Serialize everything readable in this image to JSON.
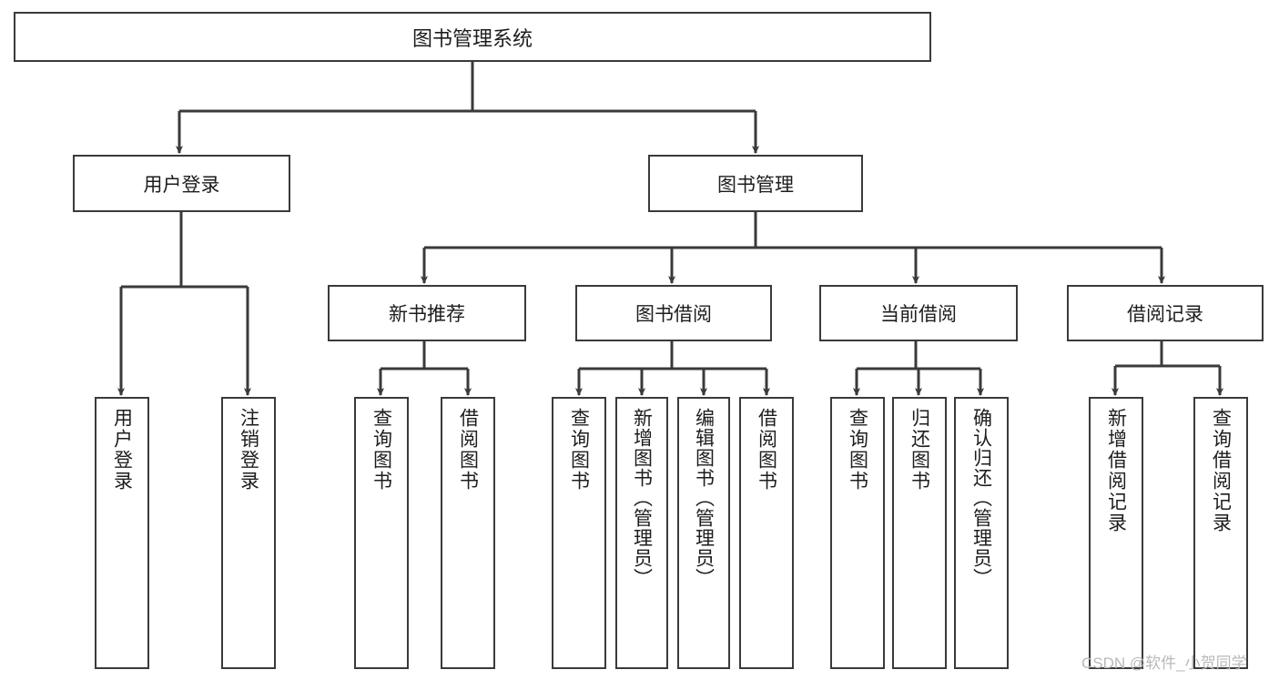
{
  "diagram": {
    "title": "图书管理系统",
    "type": "tree",
    "root": {
      "id": "root",
      "label": "图书管理系统"
    },
    "level2": [
      {
        "id": "user-login",
        "label": "用户登录"
      },
      {
        "id": "book-manage",
        "label": "图书管理"
      }
    ],
    "level3": [
      {
        "id": "new-book-recommend",
        "label": "新书推荐"
      },
      {
        "id": "book-borrow",
        "label": "图书借阅"
      },
      {
        "id": "current-borrow",
        "label": "当前借阅"
      },
      {
        "id": "borrow-record",
        "label": "借阅记录"
      }
    ],
    "leaves": {
      "user_login": [
        {
          "id": "leaf-user-login",
          "label": "用户登录"
        },
        {
          "id": "leaf-logout",
          "label": "注销登录"
        }
      ],
      "new_book_recommend": [
        {
          "id": "leaf-query-book-1",
          "label": "查询图书"
        },
        {
          "id": "leaf-borrow-book-1",
          "label": "借阅图书"
        }
      ],
      "book_borrow": [
        {
          "id": "leaf-query-book-2",
          "label": "查询图书"
        },
        {
          "id": "leaf-add-book",
          "label": "新增图书（管理员）"
        },
        {
          "id": "leaf-edit-book",
          "label": "编辑图书（管理员）"
        },
        {
          "id": "leaf-borrow-book-2",
          "label": "借阅图书"
        }
      ],
      "current_borrow": [
        {
          "id": "leaf-query-book-3",
          "label": "查询图书"
        },
        {
          "id": "leaf-return-book",
          "label": "归还图书"
        },
        {
          "id": "leaf-confirm-return",
          "label": "确认归还（管理员）"
        }
      ],
      "borrow_record": [
        {
          "id": "leaf-add-record",
          "label": "新增借阅记录"
        },
        {
          "id": "leaf-query-record",
          "label": "查询借阅记录"
        }
      ]
    }
  },
  "watermark": {
    "text": "CSDN @软件_小贺同学"
  },
  "colors": {
    "box_border": "#3a3a3a",
    "box_fill": "#ffffff",
    "text": "#1d1d1d",
    "edge": "#3a3a3a",
    "watermark": "#b9b9b9",
    "background": "#ffffff"
  }
}
